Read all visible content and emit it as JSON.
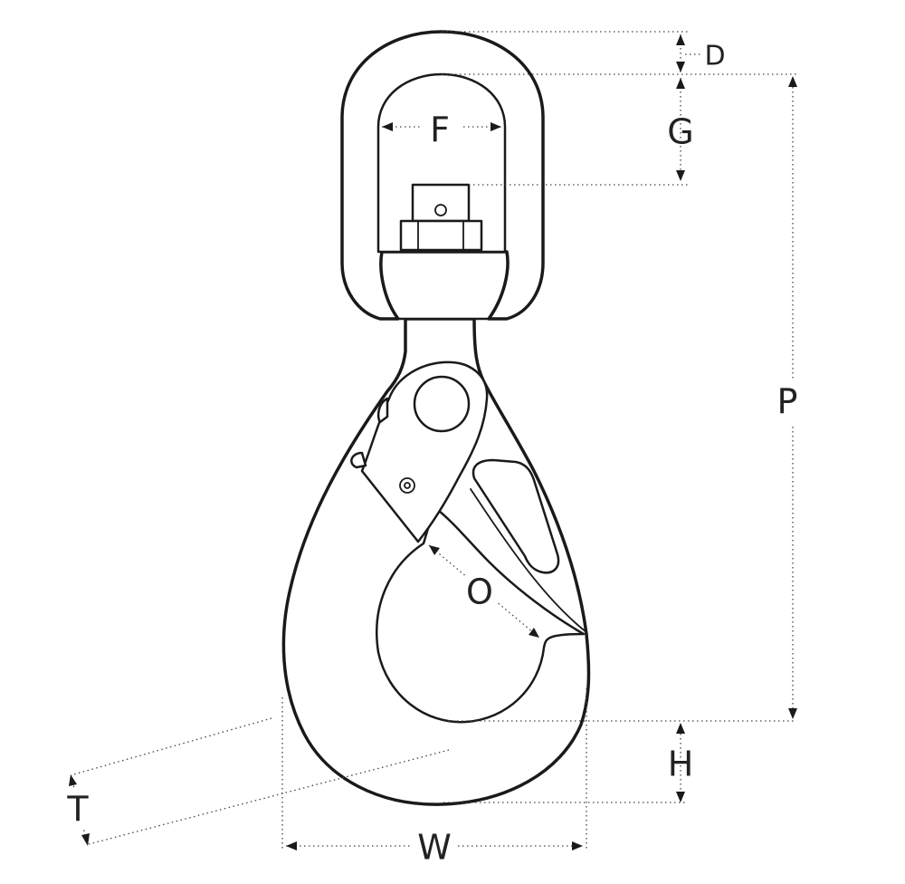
{
  "labels": {
    "D": "D",
    "G": "G",
    "F": "F",
    "P": "P",
    "O": "O",
    "H": "H",
    "T": "T",
    "W": "W"
  },
  "colors": {
    "line": "#1a1a1a",
    "dimension": "#444444",
    "background": "#ffffff"
  }
}
